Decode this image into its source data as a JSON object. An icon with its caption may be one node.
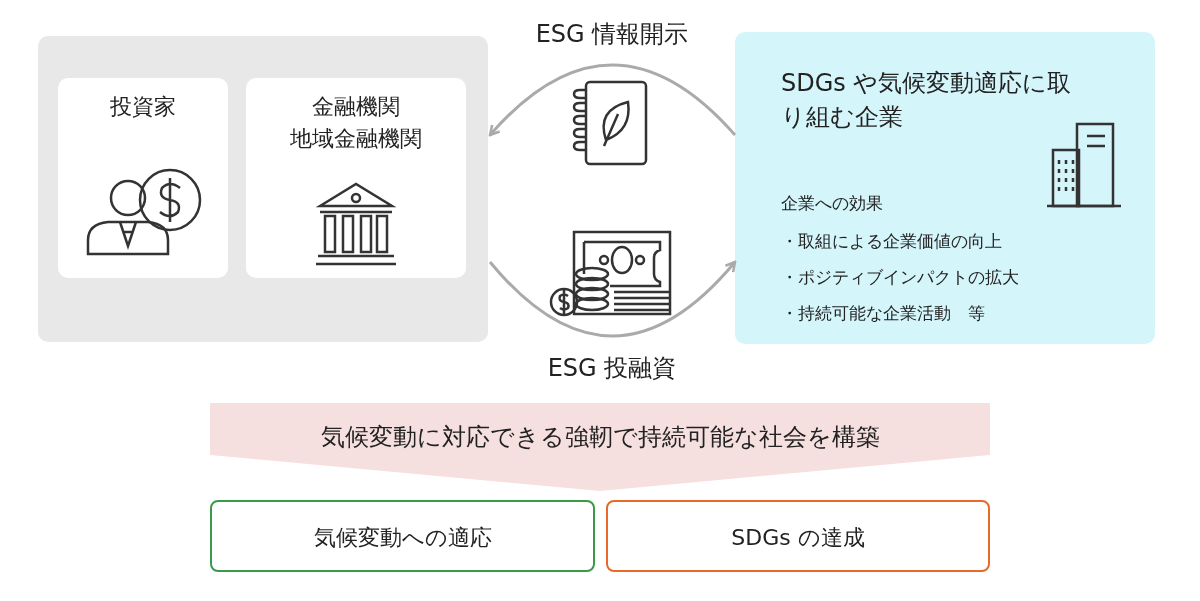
{
  "diagram": {
    "nodes": [
      {
        "text": [],
        "shape": "box"
      },
      {
        "text": [
          "投資家"
        ],
        "in": 0
      },
      {
        "text": [
          "金融機関",
          "地域金融機関"
        ],
        "in": 0
      },
      {
        "text": [
          "SDGs や気候変動適応に取り組む企業",
          "企業への効果",
          "・取組による企業価値の向上",
          "・ポジティブインパクトの拡大",
          "・持続可能な企業活動　等"
        ]
      },
      {
        "text": [
          "気候変動に対応できる強靭で持続可能な社会を構築"
        ]
      },
      {
        "text": [
          "気候変動への適応"
        ]
      },
      {
        "text": [
          "SDGs の達成"
        ]
      }
    ],
    "edges": [
      {
        "from": 3,
        "to": 0,
        "arrow": "to",
        "label": "ESG 情報開示"
      },
      {
        "from": 0,
        "to": 3,
        "arrow": "to",
        "label": "ESG 投融資"
      }
    ]
  }
}
